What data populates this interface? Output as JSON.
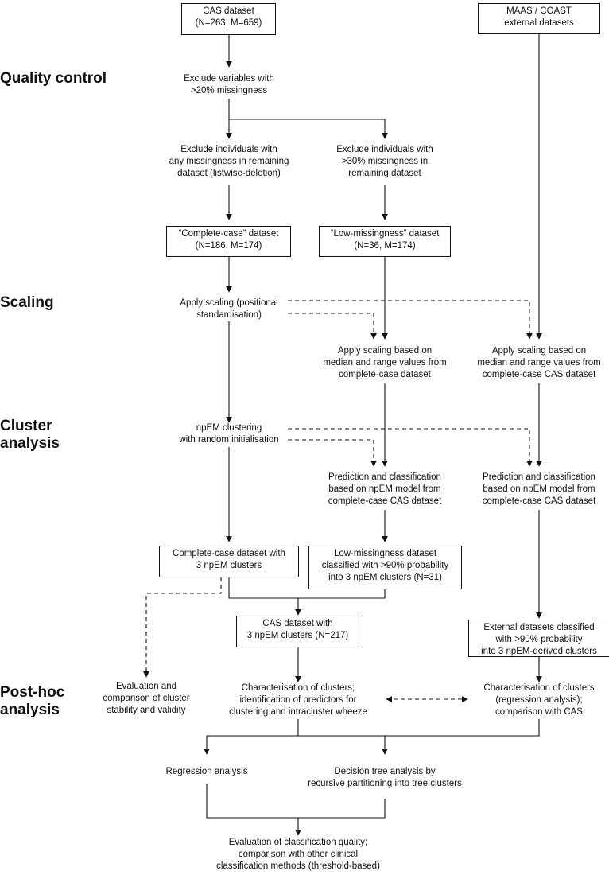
{
  "stages": {
    "quality_control": "Quality control",
    "scaling": "Scaling",
    "cluster_analysis": [
      "Cluster",
      "analysis"
    ],
    "post_hoc": [
      "Post-hoc",
      "analysis"
    ]
  },
  "nodes": {
    "cas_dataset": [
      "CAS dataset",
      "(N=263, M=659)"
    ],
    "external_datasets": [
      "MAAS / COAST",
      "external datasets"
    ],
    "exclude_variables": [
      "Exclude variables with",
      ">20% missingness"
    ],
    "exclude_listwise": [
      "Exclude individuals with",
      "any missingness in remaining",
      "dataset (listwise-deletion)"
    ],
    "exclude_30": [
      "Exclude individuals with",
      ">30% missingness in",
      "remaining dataset"
    ],
    "complete_case": [
      "“Complete-case” dataset",
      "(N=186, M=174)"
    ],
    "low_missingness": [
      "“Low-missingness” dataset",
      "(N=36, M=174)"
    ],
    "apply_scaling": [
      "Apply scaling (positional",
      "standardisation)"
    ],
    "scaling_median_1": [
      "Apply scaling based on",
      "median and range values from",
      "complete-case dataset"
    ],
    "scaling_median_2": [
      "Apply scaling based on",
      "median and range values from",
      "complete-case CAS dataset"
    ],
    "npem_clustering": [
      "npEM clustering",
      "with random initialisation"
    ],
    "prediction_1": [
      "Prediction and classification",
      "based on npEM model from",
      "complete-case CAS dataset"
    ],
    "prediction_2": [
      "Prediction and classification",
      "based on npEM model from",
      "complete-case CAS dataset"
    ],
    "complete_case_clusters": [
      "Complete-case dataset with",
      "3 npEM clusters"
    ],
    "low_missingness_classified": [
      "Low-missingness dataset",
      "classified with >90% probability",
      "into 3 npEM clusters (N=31)"
    ],
    "cas_clusters": [
      "CAS dataset with",
      "3 npEM clusters (N=217)"
    ],
    "external_classified": [
      "External datasets classified",
      "with >90% probability",
      "into 3 npEM-derived clusters"
    ],
    "evaluation_stability": [
      "Evaluation and",
      "comparison of cluster",
      "stability and validity"
    ],
    "characterisation_1": [
      "Characterisation of clusters;",
      "identification of predictors for",
      "clustering and intracluster wheeze"
    ],
    "characterisation_2": [
      "Characterisation of clusters",
      "(regression analysis);",
      "comparison with CAS"
    ],
    "regression": [
      "Regression analysis"
    ],
    "decision_tree": [
      "Decision tree analysis by",
      "recursive partitioning into tree clusters"
    ],
    "evaluation_quality": [
      "Evaluation of classification quality;",
      "comparison with other clinical",
      "classification methods (threshold-based)"
    ]
  },
  "colors": {
    "line": "#111111",
    "background": "#ffffff"
  }
}
